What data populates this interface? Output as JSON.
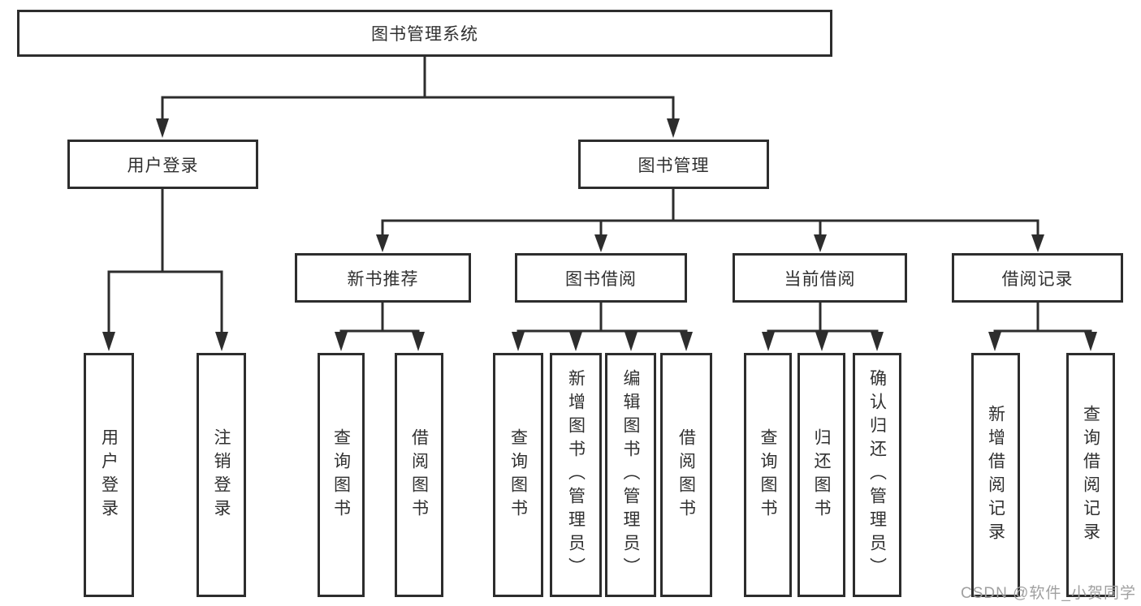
{
  "diagram": {
    "type": "tree",
    "background": "#ffffff",
    "line_color": "#2d2d2d",
    "text_color": "#303030",
    "watermark_color": "#a0a0a0",
    "watermark": "CSDN @软件_小贺同学",
    "tree": {
      "label": "图书管理系统",
      "children": [
        {
          "label": "用户登录",
          "children": [
            {
              "label": "用户登录"
            },
            {
              "label": "注销登录"
            }
          ]
        },
        {
          "label": "图书管理",
          "children": [
            {
              "label": "新书推荐",
              "children": [
                {
                  "label": "查询图书"
                },
                {
                  "label": "借阅图书"
                }
              ]
            },
            {
              "label": "图书借阅",
              "children": [
                {
                  "label": "查询图书"
                },
                {
                  "label": "新增图书（管理员）"
                },
                {
                  "label": "编辑图书（管理员）"
                },
                {
                  "label": "借阅图书"
                }
              ]
            },
            {
              "label": "当前借阅",
              "children": [
                {
                  "label": "查询图书"
                },
                {
                  "label": "归还图书"
                },
                {
                  "label": "确认归还（管理员）"
                }
              ]
            },
            {
              "label": "借阅记录",
              "children": [
                {
                  "label": "新增借阅记录"
                },
                {
                  "label": "查询借阅记录"
                }
              ]
            }
          ]
        }
      ]
    }
  }
}
